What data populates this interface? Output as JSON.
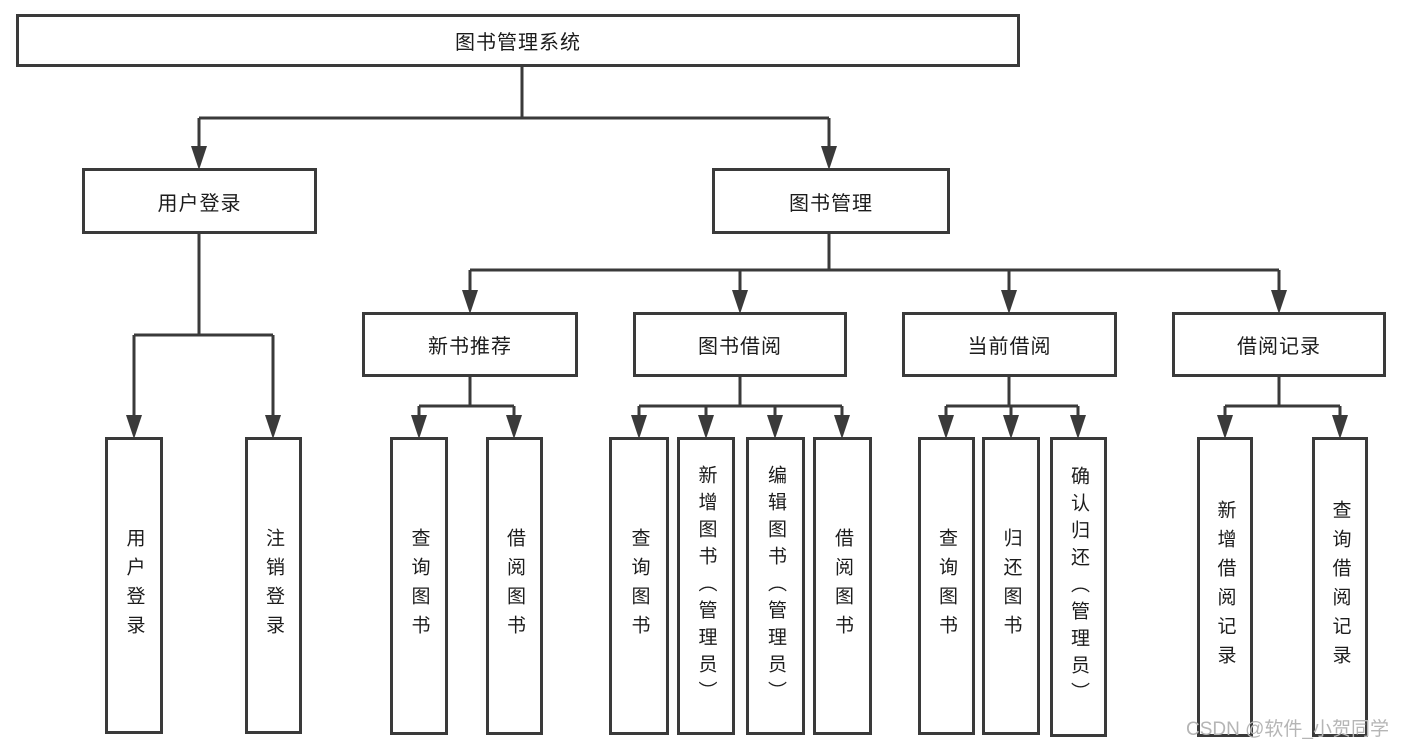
{
  "tree": {
    "label": "图书管理系统",
    "children": [
      {
        "label": "用户登录",
        "children": [
          {
            "label": "用户登录"
          },
          {
            "label": "注销登录"
          }
        ]
      },
      {
        "label": "图书管理",
        "children": [
          {
            "label": "新书推荐",
            "children": [
              {
                "label": "查询图书"
              },
              {
                "label": "借阅图书"
              }
            ]
          },
          {
            "label": "图书借阅",
            "children": [
              {
                "label": "查询图书"
              },
              {
                "label": "新增图书（管理员）"
              },
              {
                "label": "编辑图书（管理员）"
              },
              {
                "label": "借阅图书"
              }
            ]
          },
          {
            "label": "当前借阅",
            "children": [
              {
                "label": "查询图书"
              },
              {
                "label": "归还图书"
              },
              {
                "label": "确认归还（管理员）"
              }
            ]
          },
          {
            "label": "借阅记录",
            "children": [
              {
                "label": "新增借阅记录"
              },
              {
                "label": "查询借阅记录"
              }
            ]
          }
        ]
      }
    ]
  },
  "watermark": {
    "text": "CSDN @软件_小贺同学"
  },
  "colors": {
    "line": "#3a3a3a",
    "box_border": "#3a3a3a",
    "text": "#1c1c1c",
    "watermark": "#b5b5b5",
    "background": "#ffffff"
  }
}
